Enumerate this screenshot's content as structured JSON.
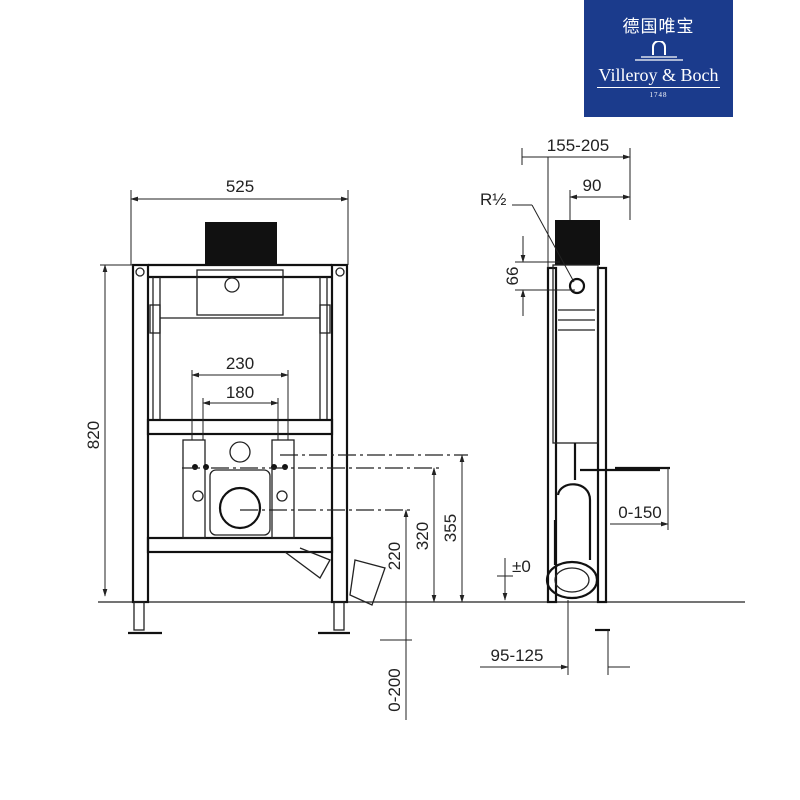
{
  "logo": {
    "chinese_name": "德国唯宝",
    "brand": "Villeroy & Boch",
    "year": "1748",
    "background": "#1b3b8c"
  },
  "front_view": {
    "width": "525",
    "height": "820",
    "fixing_outer": "230",
    "fixing_inner": "180",
    "height_supply": "355",
    "height_bolts": "320",
    "height_drain": "220",
    "drain_adjust": "0-200"
  },
  "side_view": {
    "depth": "155-205",
    "cistern_depth": "90",
    "thread": "R½",
    "pipe_offset": "66",
    "floor_level": "±0",
    "leg_adjust": "0-150",
    "drain_offset": "95-125"
  }
}
